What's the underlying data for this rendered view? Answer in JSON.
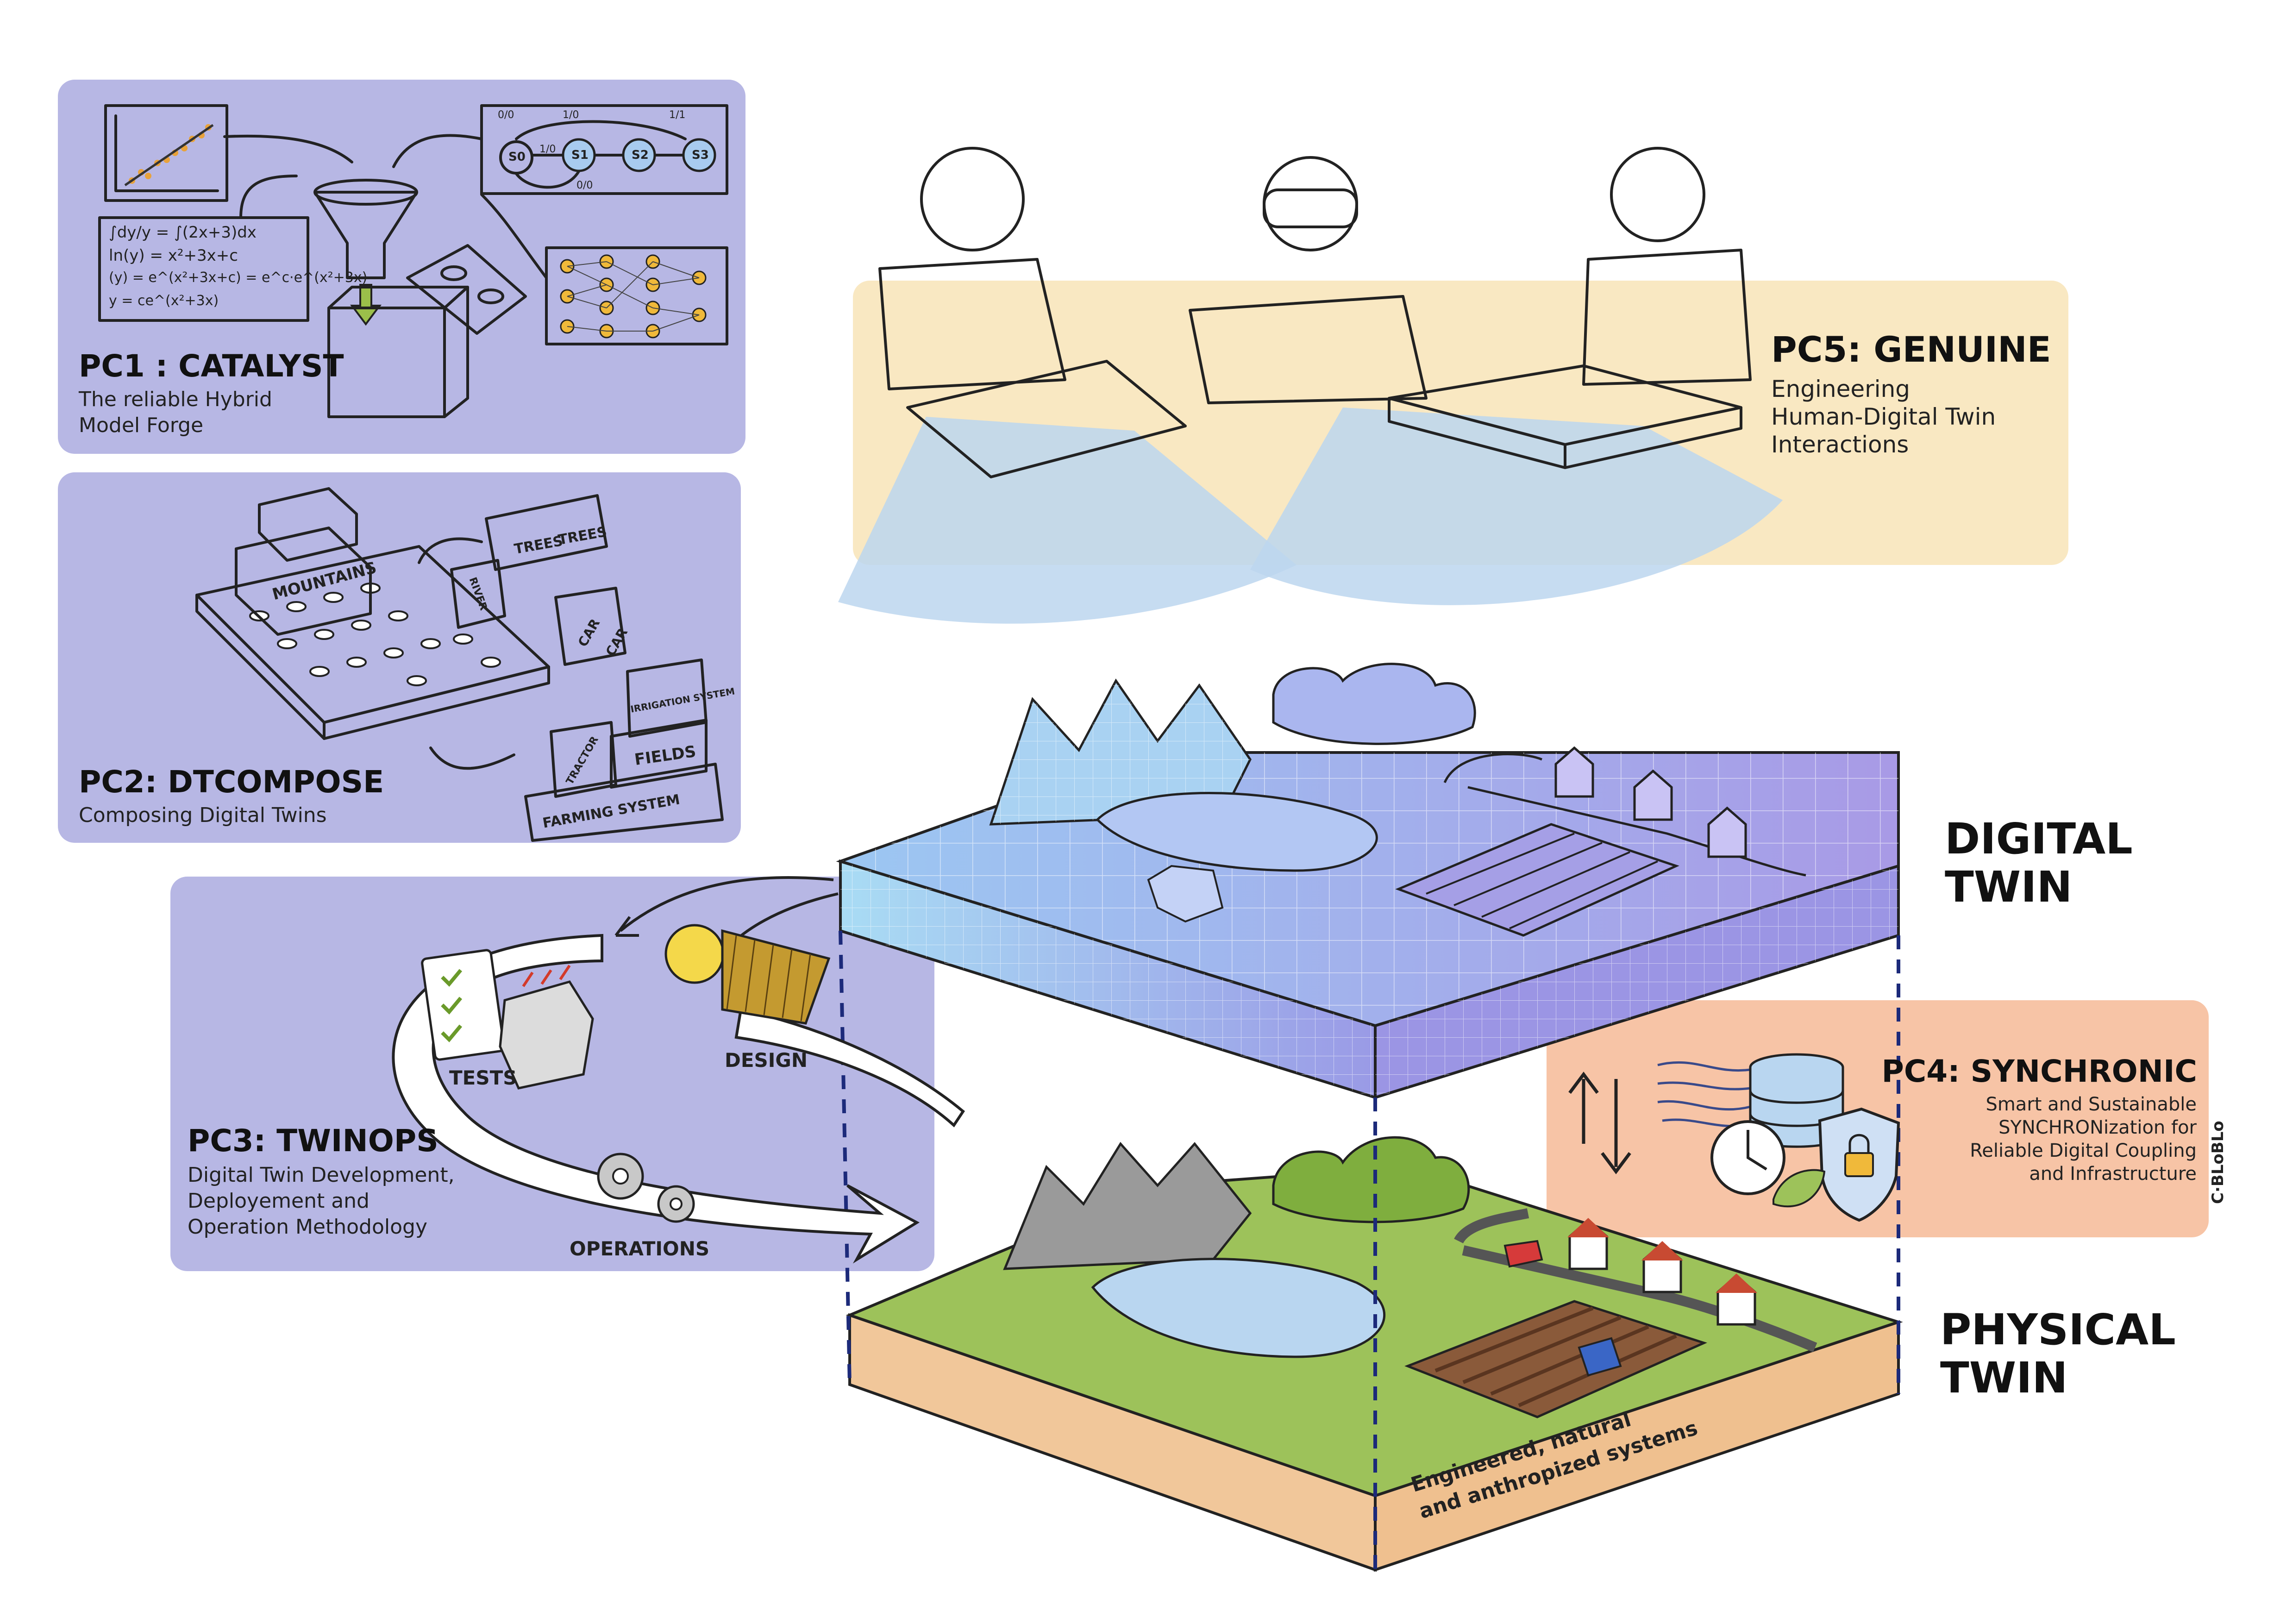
{
  "colors": {
    "pc_purple": "#b7b7e4",
    "pc5_yellow": "#f9e8c2",
    "pc4_salmon": "#f7c4a6",
    "digital_blue": "#8fb3ee",
    "digital_violet": "#a99ae6",
    "grass": "#9dc25a",
    "soil": "#f1c79a",
    "water": "#b9d6f0",
    "mountain": "#9a9a9a"
  },
  "pc1": {
    "title": "PC1 : CATALYST",
    "subtitle": "The reliable Hybrid\nModel Forge",
    "equation_lines": [
      "∫dy/y = ∫(2x+3)dx",
      "ln(y) = x²+3x+c",
      "(y) = e^(x²+3x+c) = e^c·e^(x²+3x)",
      "y = ce^(x²+3x)"
    ],
    "states": [
      "S0",
      "S1",
      "S2",
      "S3"
    ],
    "transitions": [
      "0/0",
      "1/0",
      "1/0",
      "1/1",
      "0/0"
    ]
  },
  "pc2": {
    "title": "PC2: DTCOMPOSE",
    "subtitle": "Composing Digital Twins",
    "bricks": [
      "MOUNTAINS",
      "RIVER",
      "TREES",
      "TREES",
      "CAR",
      "CAR",
      "IRRIGATION SYSTEM",
      "TRACTOR",
      "FIELDS",
      "FARMING SYSTEM"
    ]
  },
  "pc3": {
    "title": "PC3: TWINOPS",
    "subtitle": "Digital Twin Development,\nDeployement and\nOperation Methodology",
    "labels": {
      "tests": "TESTS",
      "design": "DESIGN",
      "operations": "OPERATIONS"
    }
  },
  "pc4": {
    "title": "PC4: SYNCHRONIC",
    "subtitle": "Smart and Sustainable\nSYNCHRONization for\nReliable Digital Coupling\nand Infrastructure"
  },
  "pc5": {
    "title": "PC5: GENUINE",
    "subtitle": "Engineering\nHuman-Digital Twin\nInteractions"
  },
  "digital_twin": {
    "label": "DIGITAL\nTWIN"
  },
  "physical_twin": {
    "label": "PHYSICAL\nTWIN",
    "side_text": "Engineered, natural\nand anthropized systems"
  },
  "credit": "C·BLoBLo"
}
